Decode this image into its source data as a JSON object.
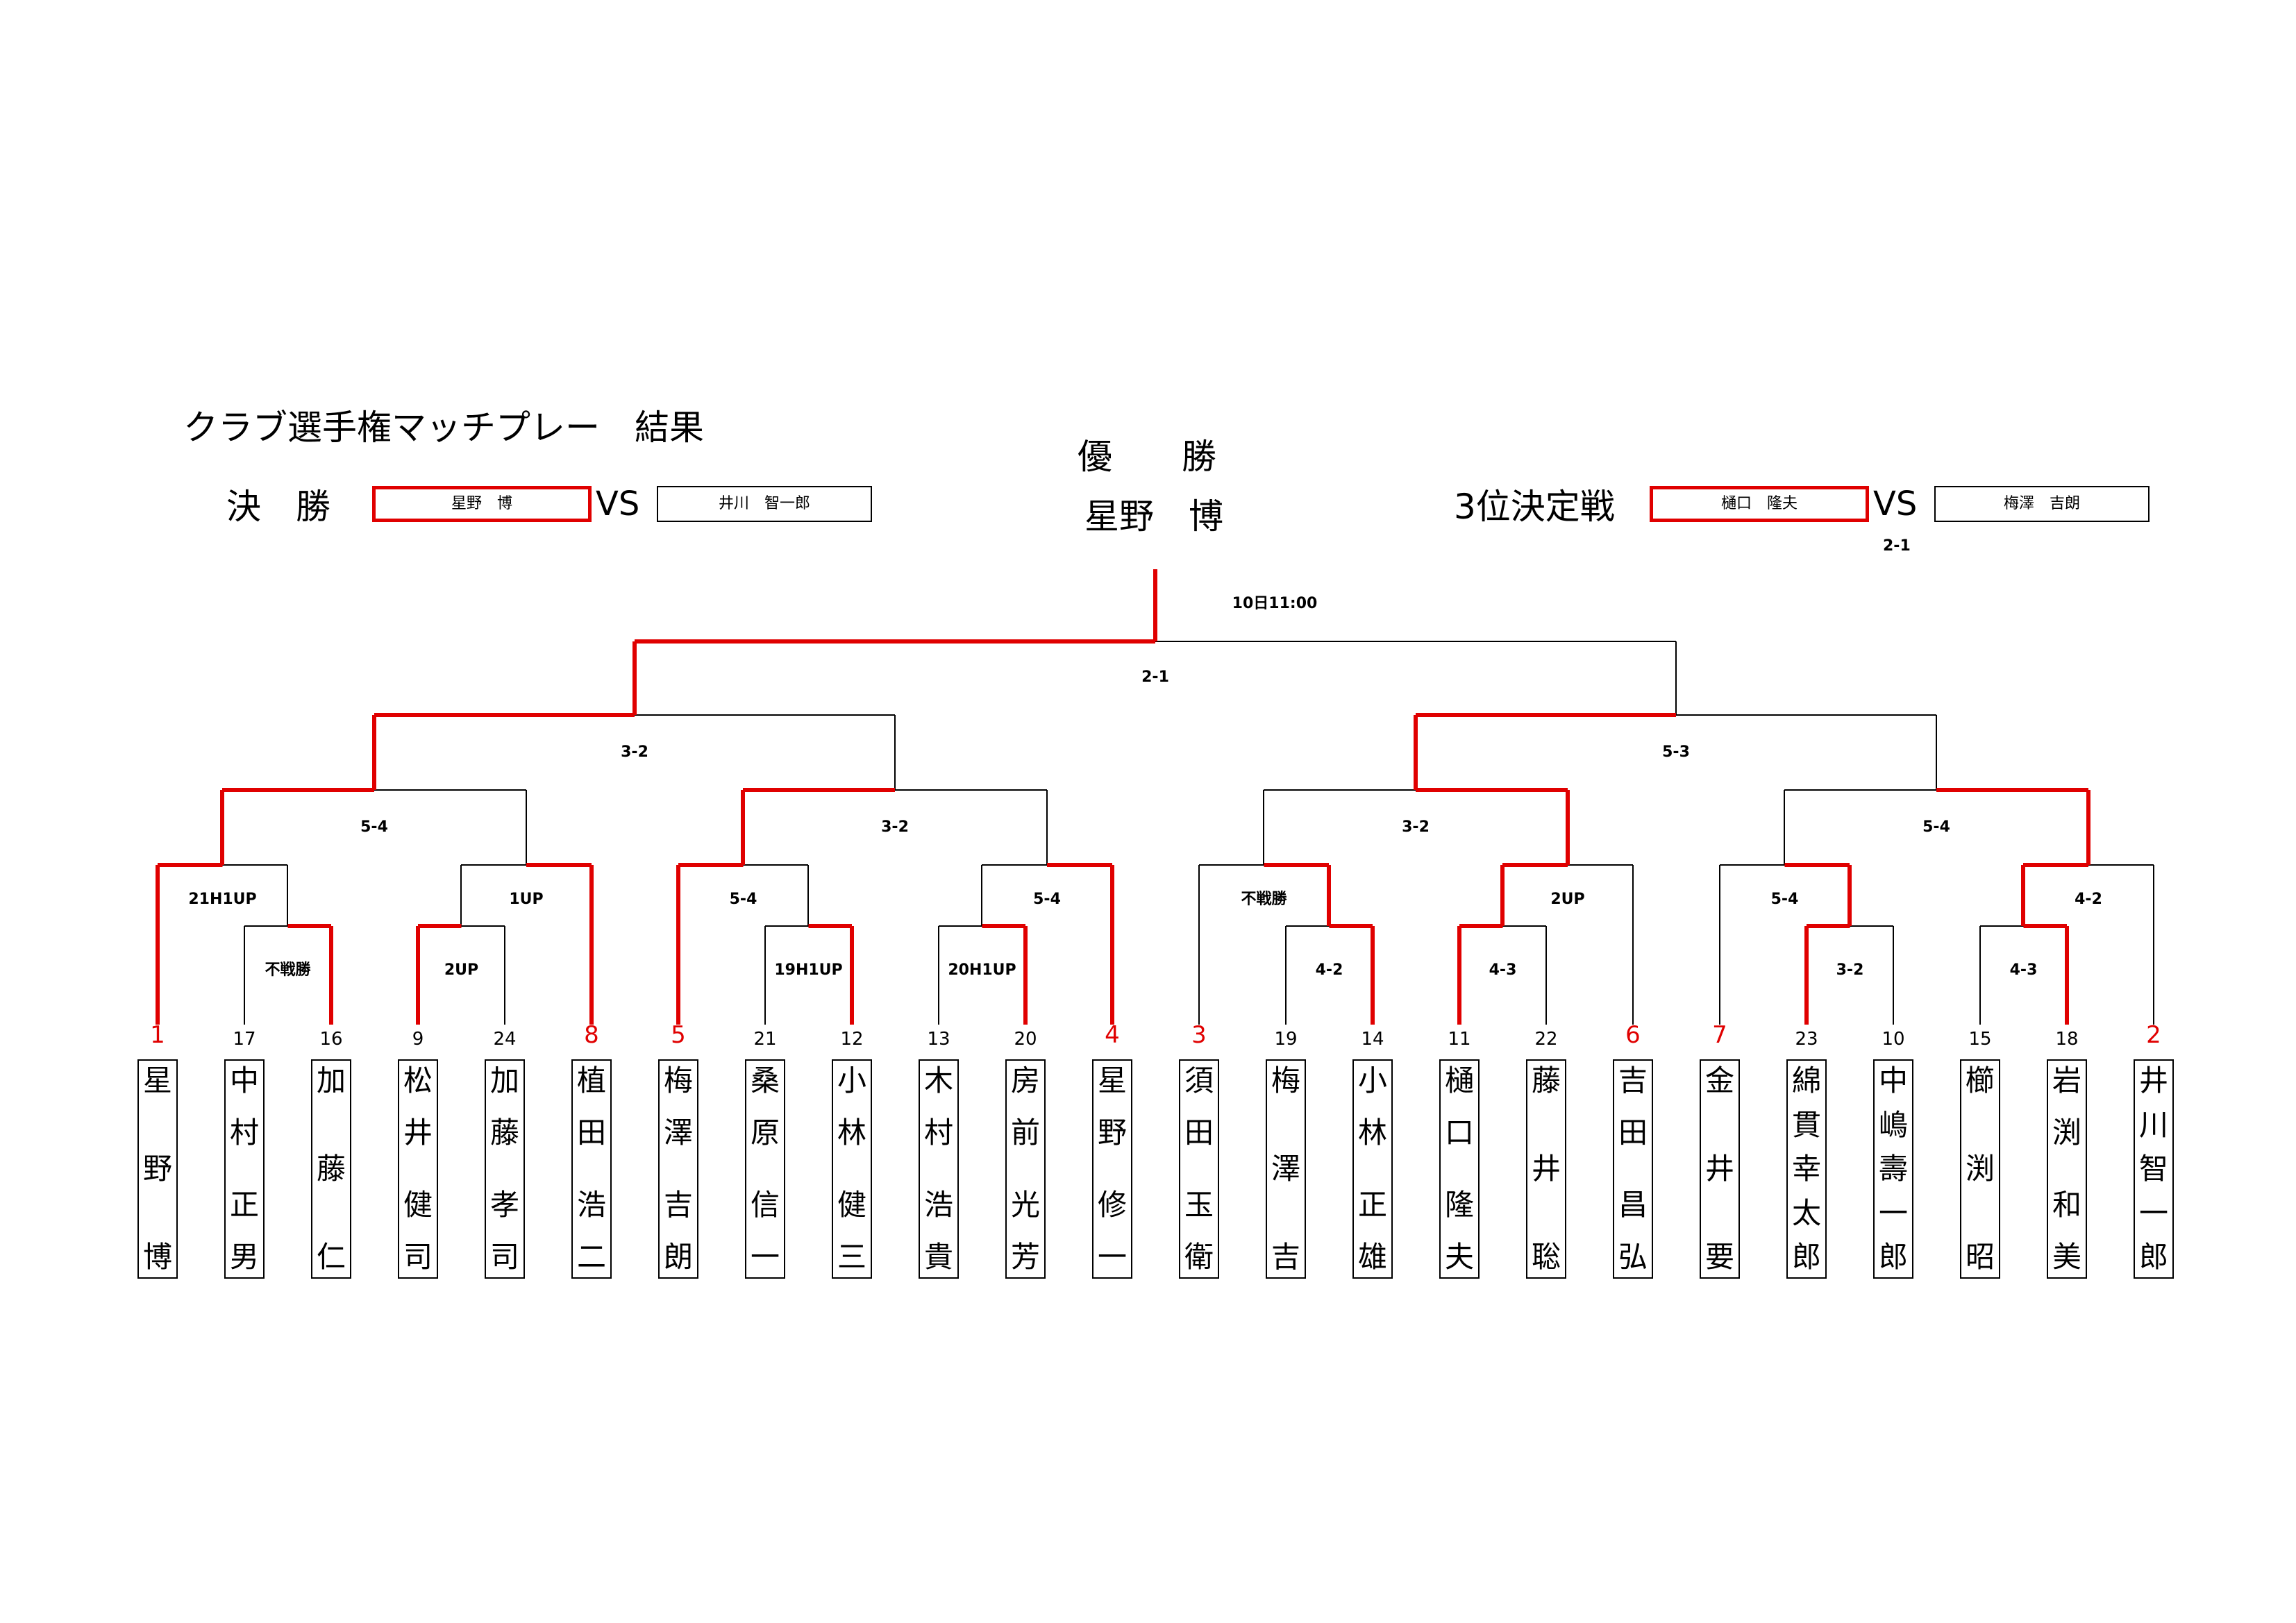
{
  "header": {
    "title": "クラブ選手権マッチプレー　結果",
    "final_label": "決　勝",
    "third_place_label": "3位決定戦",
    "champion_label": "優　　勝",
    "champion_name": "星野　博",
    "vs": "VS"
  },
  "final_match": {
    "winner": "星野　博",
    "loser": "井川　智一郎"
  },
  "third_place_match": {
    "winner": "樋口　隆夫",
    "loser": "梅澤　吉朗",
    "score": "2-1"
  },
  "bracket": {
    "accent_color": "#e00000",
    "final_time": "10日11:00",
    "final_score": "2-1",
    "semifinal_scores": [
      "3-2",
      "5-3"
    ],
    "quarterfinal_scores": [
      "5-4",
      "3-2",
      "3-2",
      "5-4"
    ],
    "round3_scores": [
      "21H1UP",
      "1UP",
      "5-4",
      "5-4",
      "不戦勝",
      "2UP",
      "5-4",
      "4-2"
    ],
    "round2_scores": [
      "不戦勝",
      "2UP",
      "19H1UP",
      "20H1UP",
      "4-2",
      "4-3",
      "3-2",
      "4-3"
    ]
  },
  "players": [
    {
      "seed": "1",
      "name": [
        "星",
        "野",
        "博"
      ],
      "top_seed": true
    },
    {
      "seed": "17",
      "name": [
        "中",
        "村",
        "",
        "正",
        "男"
      ],
      "top_seed": false
    },
    {
      "seed": "16",
      "name": [
        "加",
        "藤",
        "仁"
      ],
      "top_seed": false
    },
    {
      "seed": "9",
      "name": [
        "松",
        "井",
        "",
        "健",
        "司"
      ],
      "top_seed": false
    },
    {
      "seed": "24",
      "name": [
        "加",
        "藤",
        "",
        "孝",
        "司"
      ],
      "top_seed": false
    },
    {
      "seed": "8",
      "name": [
        "植",
        "田",
        "",
        "浩",
        "二"
      ],
      "top_seed": true
    },
    {
      "seed": "5",
      "name": [
        "梅",
        "澤",
        "",
        "吉",
        "朗"
      ],
      "top_seed": true
    },
    {
      "seed": "21",
      "name": [
        "桑",
        "原",
        "",
        "信",
        "一"
      ],
      "top_seed": false
    },
    {
      "seed": "12",
      "name": [
        "小",
        "林",
        "",
        "健",
        "三"
      ],
      "top_seed": false
    },
    {
      "seed": "13",
      "name": [
        "木",
        "村",
        "",
        "浩",
        "貴"
      ],
      "top_seed": false
    },
    {
      "seed": "20",
      "name": [
        "房",
        "前",
        "",
        "光",
        "芳"
      ],
      "top_seed": false
    },
    {
      "seed": "4",
      "name": [
        "星",
        "野",
        "",
        "修",
        "一"
      ],
      "top_seed": true
    },
    {
      "seed": "3",
      "name": [
        "須",
        "田",
        "",
        "玉",
        "衛"
      ],
      "top_seed": true
    },
    {
      "seed": "19",
      "name": [
        "梅",
        "澤",
        "吉"
      ],
      "top_seed": false
    },
    {
      "seed": "14",
      "name": [
        "小",
        "林",
        "",
        "正",
        "雄"
      ],
      "top_seed": false
    },
    {
      "seed": "11",
      "name": [
        "樋",
        "口",
        "",
        "隆",
        "夫"
      ],
      "top_seed": false
    },
    {
      "seed": "22",
      "name": [
        "藤",
        "井",
        "聡"
      ],
      "top_seed": false
    },
    {
      "seed": "6",
      "name": [
        "吉",
        "田",
        "",
        "昌",
        "弘"
      ],
      "top_seed": true
    },
    {
      "seed": "7",
      "name": [
        "金",
        "井",
        "要"
      ],
      "top_seed": true
    },
    {
      "seed": "23",
      "name": [
        "綿",
        "貫",
        "幸",
        "太",
        "郎"
      ],
      "top_seed": false
    },
    {
      "seed": "10",
      "name": [
        "中",
        "嶋",
        "壽",
        "一",
        "郎"
      ],
      "top_seed": false
    },
    {
      "seed": "15",
      "name": [
        "櫛",
        "渕",
        "昭"
      ],
      "top_seed": false
    },
    {
      "seed": "18",
      "name": [
        "岩",
        "渕",
        "",
        "和",
        "美"
      ],
      "top_seed": false
    },
    {
      "seed": "2",
      "name": [
        "井",
        "川",
        "智",
        "一",
        "郎"
      ],
      "top_seed": true
    }
  ]
}
